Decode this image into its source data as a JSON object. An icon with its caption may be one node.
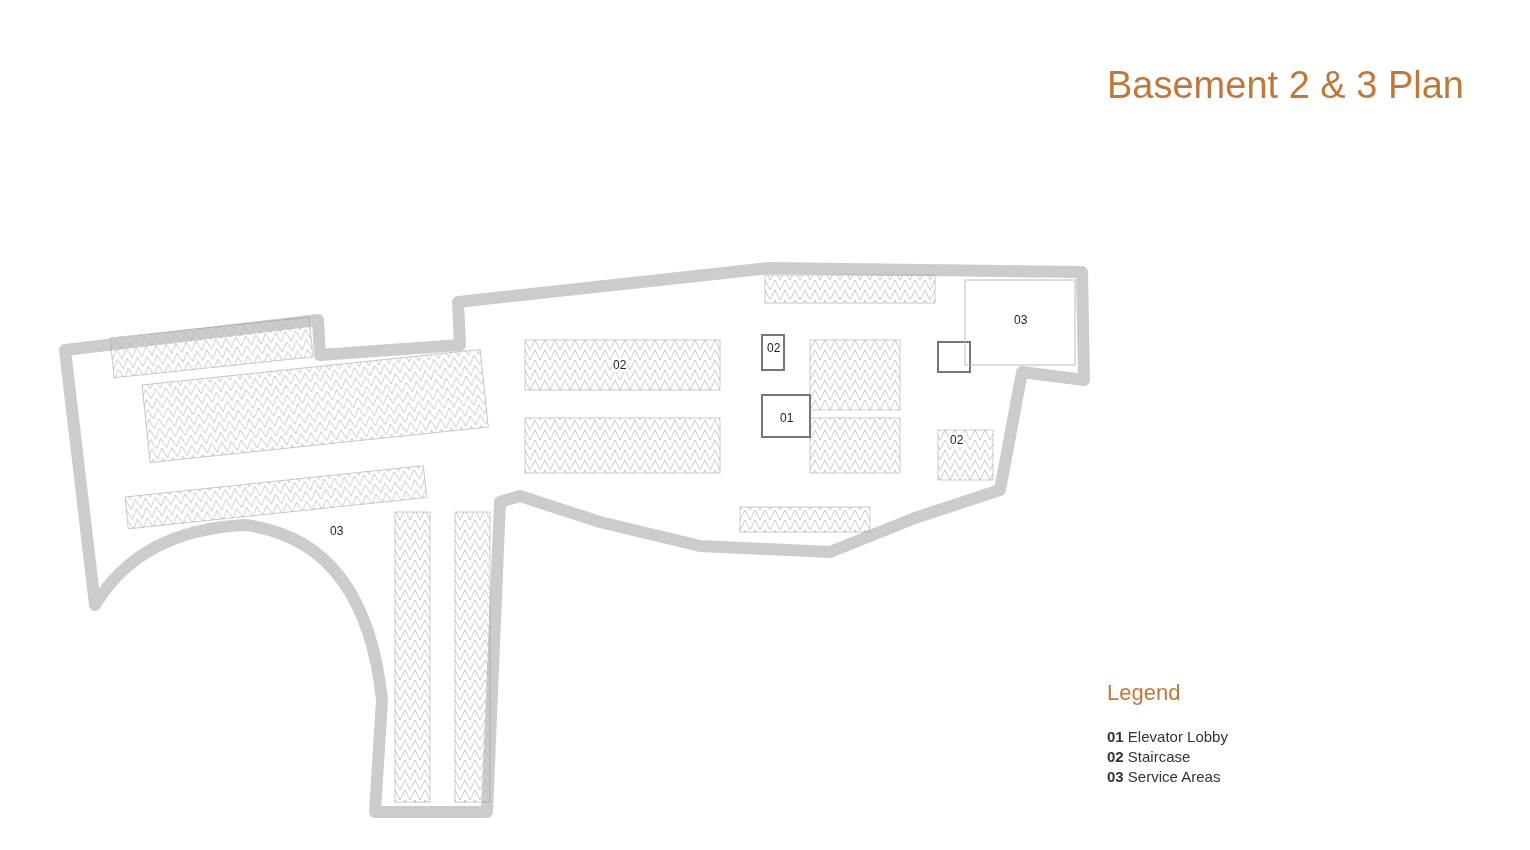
{
  "diagram": {
    "title": "Basement 2 & 3 Plan",
    "labels": [
      "03",
      "02",
      "02",
      "01",
      "02",
      "03",
      "Legend"
    ],
    "legend": [
      {
        "text": "**01** Elevator Lobby"
      },
      {
        "text": "**02** Staircase"
      },
      {
        "text": "**03** Service Areas"
      }
    ]
  }
}
